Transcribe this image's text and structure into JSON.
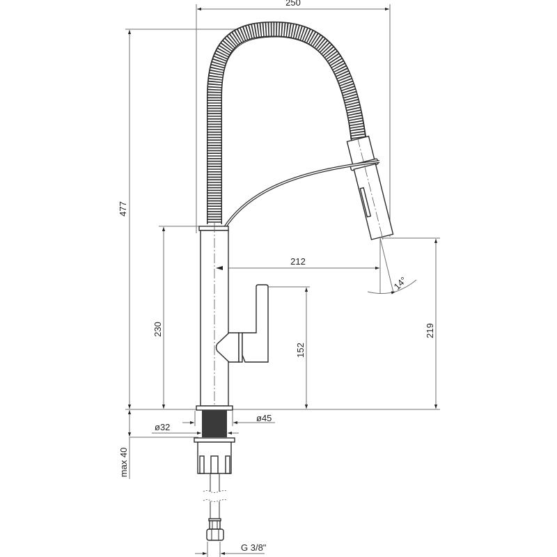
{
  "drawing": {
    "subject": "pull-out kitchen faucet technical drawing",
    "dimensions": {
      "overall_width": "250",
      "overall_height": "477",
      "spout_reach": "212",
      "body_height": "230",
      "handle_height": "152",
      "spout_outlet_height": "219",
      "spray_angle": "14°",
      "base_diameter": "ø45",
      "mount_hole_diameter": "ø32",
      "max_deck_thickness": "max 40",
      "connection_thread": "G 3/8\""
    },
    "colors": {
      "line": "#2a2a2a",
      "dimension_line": "#6f6f6f",
      "shank_fill": "#3a3a3a",
      "background": "#ffffff"
    }
  }
}
